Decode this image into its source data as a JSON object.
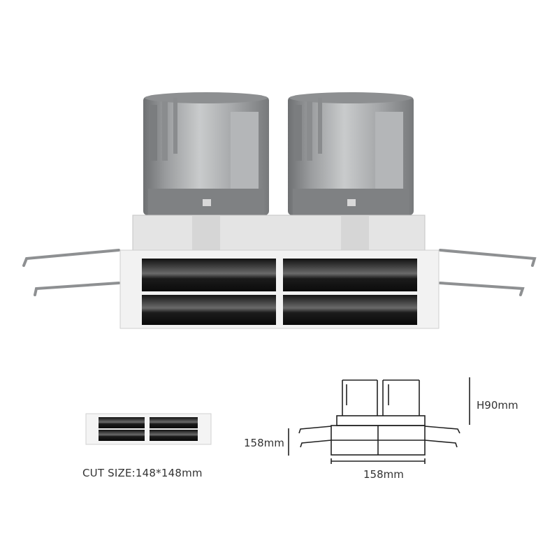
{
  "product": {
    "name_icon": "twin-head-recessed-downlight-illustration",
    "front_view_icon": "front-view-thumbnail",
    "line_drawing_icon": "dimension-line-drawing"
  },
  "specs": {
    "cut_size": "CUT SIZE:148*148mm",
    "width": "158mm",
    "height": "H90mm",
    "depth": "158mm"
  },
  "colors": {
    "body_silver": "#a7a9ab",
    "frame_white": "#f1f1f1",
    "reflector_black": "#1a1a1a",
    "text": "#333333"
  }
}
